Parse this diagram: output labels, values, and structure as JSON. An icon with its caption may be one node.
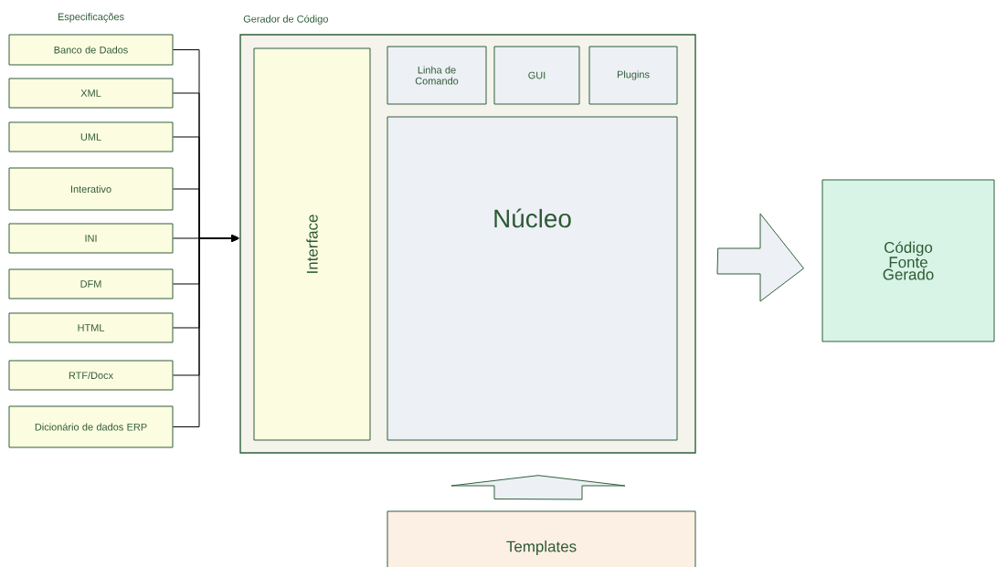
{
  "diagram": {
    "nodes": [
      {
        "text": [
          "Banco de Dados"
        ]
      },
      {
        "text": [
          "XML"
        ]
      },
      {
        "text": [
          "UML"
        ]
      },
      {
        "text": [
          "Interativo"
        ]
      },
      {
        "text": [
          "INI"
        ]
      },
      {
        "text": [
          "DFM"
        ]
      },
      {
        "text": [
          "HTML"
        ]
      },
      {
        "text": [
          "RTF/Docx"
        ]
      },
      {
        "text": [
          "Dicionário de dados ERP"
        ]
      },
      {
        "text": [
          "Gerador de Código"
        ]
      },
      {
        "text": [
          "Interface"
        ],
        "in": 9
      },
      {
        "text": [
          "Linha de Comando"
        ],
        "in": 9
      },
      {
        "text": [
          "GUI"
        ],
        "in": 9
      },
      {
        "text": [
          "Plugins"
        ],
        "in": 9
      },
      {
        "text": [
          "Núcleo"
        ],
        "in": 9
      },
      {
        "text": [
          "Código Fonte Gerado"
        ]
      },
      {
        "text": [
          "Templates"
        ]
      }
    ],
    "edges": [
      {
        "from": 0,
        "to": 9,
        "arrow": "to"
      },
      {
        "from": 1,
        "to": 9,
        "arrow": "to"
      },
      {
        "from": 2,
        "to": 9,
        "arrow": "to"
      },
      {
        "from": 3,
        "to": 9,
        "arrow": "to"
      },
      {
        "from": 4,
        "to": 9,
        "arrow": "to"
      },
      {
        "from": 5,
        "to": 9,
        "arrow": "to"
      },
      {
        "from": 6,
        "to": 9,
        "arrow": "to"
      },
      {
        "from": 7,
        "to": 9,
        "arrow": "to"
      },
      {
        "from": 8,
        "to": 9,
        "arrow": "to"
      },
      {
        "from": 9,
        "to": 15,
        "arrow": "to",
        "style": "thick"
      },
      {
        "from": 16,
        "to": 9,
        "arrow": "to",
        "style": "thick"
      }
    ],
    "labels": [
      "Especificações"
    ]
  }
}
